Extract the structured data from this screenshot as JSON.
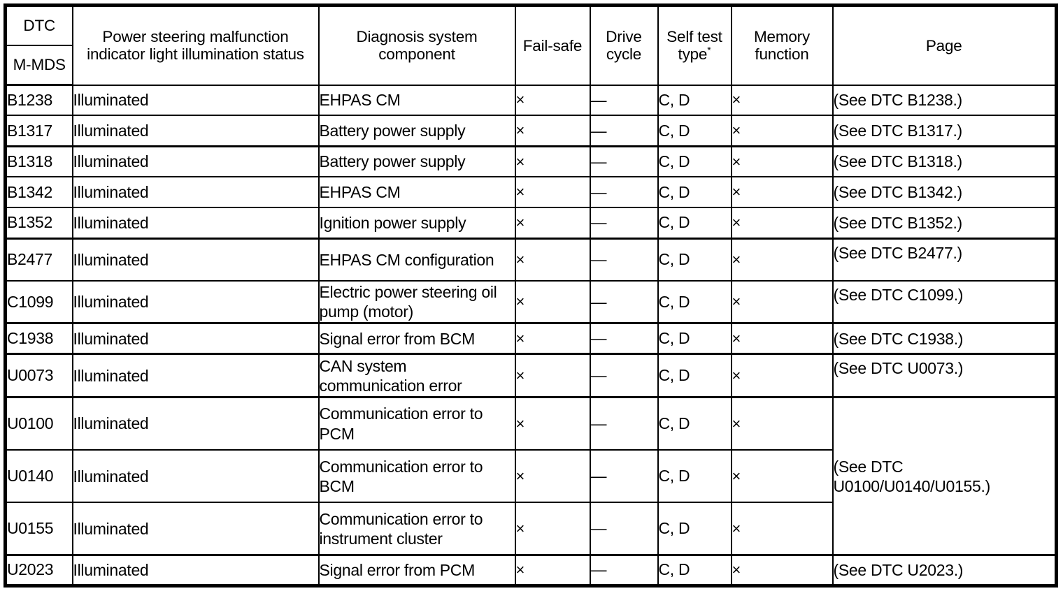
{
  "table": {
    "headers": {
      "dtc": "DTC",
      "m_mds": "M-MDS",
      "status": "Power steering malfunction indicator light illumination status",
      "component": "Diagnosis system component",
      "fail_safe": "Fail-safe",
      "drive_cycle": "Drive cycle",
      "self_test_type": "Self test type",
      "self_test_type_footnote_marker": "*",
      "memory_function": "Memory function",
      "page": "Page"
    },
    "rows": [
      {
        "dtc": "B1238",
        "status": "Illuminated",
        "component": "EHPAS CM",
        "fail_safe": "×",
        "drive_cycle": "—",
        "self_test_type": "C, D",
        "memory_function": "×",
        "page": "(See DTC B1238.)"
      },
      {
        "dtc": "B1317",
        "status": "Illuminated",
        "component": "Battery power supply",
        "fail_safe": "×",
        "drive_cycle": "—",
        "self_test_type": "C, D",
        "memory_function": "×",
        "page": "(See DTC B1317.)"
      },
      {
        "dtc": "B1318",
        "status": "Illuminated",
        "component": "Battery power supply",
        "fail_safe": "×",
        "drive_cycle": "—",
        "self_test_type": "C, D",
        "memory_function": "×",
        "page": "(See DTC B1318.)"
      },
      {
        "dtc": "B1342",
        "status": "Illuminated",
        "component": "EHPAS CM",
        "fail_safe": "×",
        "drive_cycle": "—",
        "self_test_type": "C, D",
        "memory_function": "×",
        "page": "(See DTC B1342.)"
      },
      {
        "dtc": "B1352",
        "status": "Illuminated",
        "component": "Ignition power supply",
        "fail_safe": "×",
        "drive_cycle": "—",
        "self_test_type": "C, D",
        "memory_function": "×",
        "page": "(See DTC B1352.)"
      },
      {
        "dtc": "B2477",
        "status": "Illuminated",
        "component": "EHPAS CM configuration",
        "fail_safe": "×",
        "drive_cycle": "—",
        "self_test_type": "C, D",
        "memory_function": "×",
        "page": "(See DTC B2477.)"
      },
      {
        "dtc": "C1099",
        "status": "Illuminated",
        "component": "Electric power steering oil pump (motor)",
        "fail_safe": "×",
        "drive_cycle": "—",
        "self_test_type": "C, D",
        "memory_function": "×",
        "page": "(See DTC C1099.)"
      },
      {
        "dtc": "C1938",
        "status": "Illuminated",
        "component": "Signal error from BCM",
        "fail_safe": "×",
        "drive_cycle": "—",
        "self_test_type": "C, D",
        "memory_function": "×",
        "page": "(See DTC C1938.)"
      },
      {
        "dtc": "U0073",
        "status": "Illuminated",
        "component": "CAN system communication error",
        "fail_safe": "×",
        "drive_cycle": "—",
        "self_test_type": "C, D",
        "memory_function": "×",
        "page": "(See DTC U0073.)"
      },
      {
        "dtc": "U0100",
        "status": "Illuminated",
        "component": "Communication error to PCM",
        "fail_safe": "×",
        "drive_cycle": "—",
        "self_test_type": "C, D",
        "memory_function": "×",
        "page": "(See DTC U0100/U0140/U0155.)"
      },
      {
        "dtc": "U0140",
        "status": "Illuminated",
        "component": "Communication error to BCM",
        "fail_safe": "×",
        "drive_cycle": "—",
        "self_test_type": "C, D",
        "memory_function": "×",
        "page": ""
      },
      {
        "dtc": "U0155",
        "status": "Illuminated",
        "component": "Communication error to instrument cluster",
        "fail_safe": "×",
        "drive_cycle": "—",
        "self_test_type": "C, D",
        "memory_function": "×",
        "page": ""
      },
      {
        "dtc": "U2023",
        "status": "Illuminated",
        "component": "Signal error from PCM",
        "fail_safe": "×",
        "drive_cycle": "—",
        "self_test_type": "C, D",
        "memory_function": "×",
        "page": "(See DTC U2023.)"
      }
    ]
  }
}
